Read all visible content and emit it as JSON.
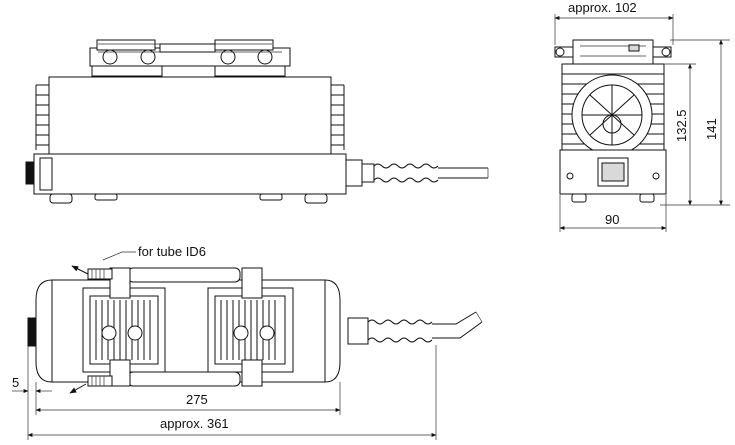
{
  "labels": {
    "approx_102": "approx. 102",
    "dim_141": "141",
    "dim_132_5": "132.5",
    "dim_90": "90",
    "for_tube": "for tube ID6",
    "dim_5": "5",
    "dim_275": "275",
    "approx_361": "approx. 361"
  }
}
